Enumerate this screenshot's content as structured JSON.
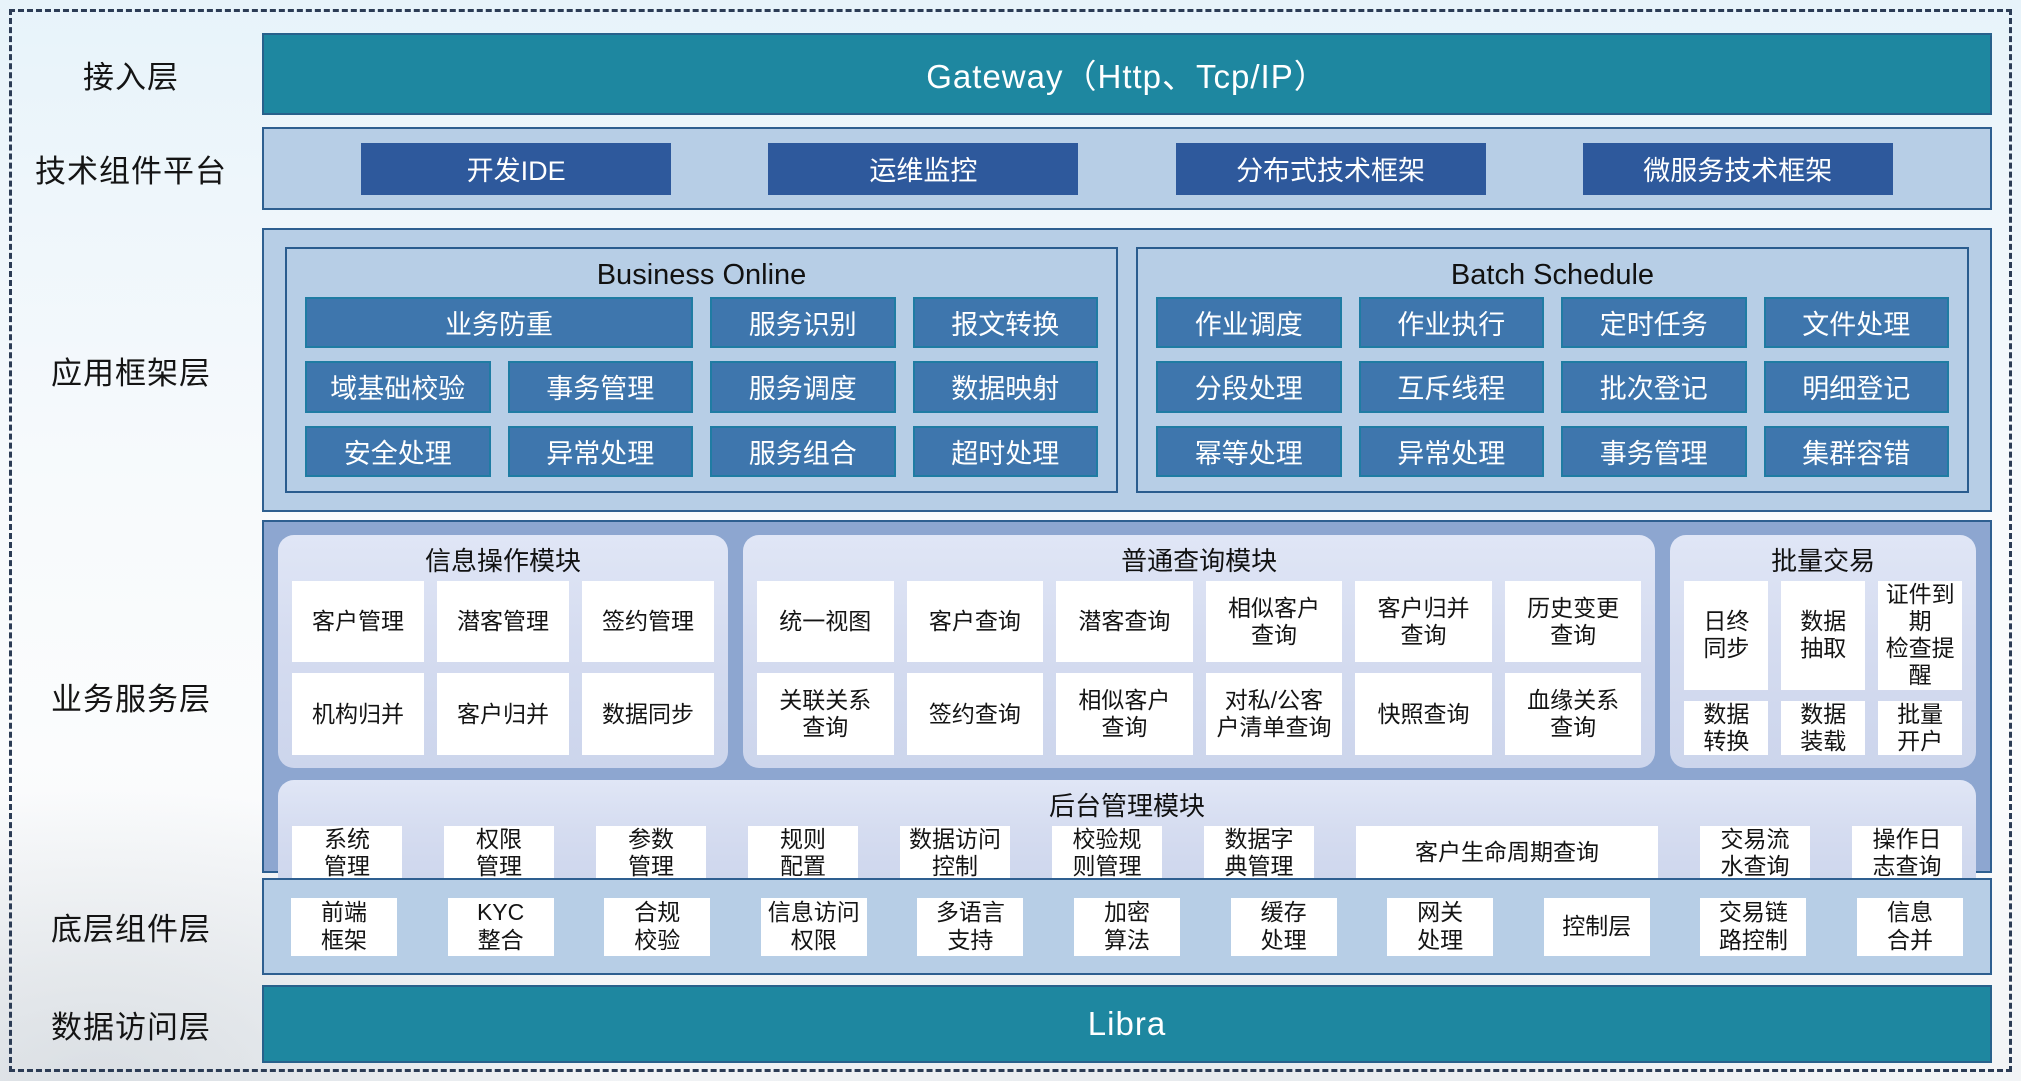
{
  "colors": {
    "teal_bar": "#1e87a0",
    "dark_blue_button": "#2e599c",
    "mid_blue_button": "#3e76ad",
    "light_blue_container": "#b7cee6",
    "service_container": "#8da6d0",
    "module_panel": "#d5dcf0",
    "container_border": "#2e5f90",
    "button_border": "#1f7ca3"
  },
  "access_layer": {
    "label": "接入层",
    "gateway": "Gateway（Http、Tcp/IP）"
  },
  "tech_platform": {
    "label": "技术组件平台",
    "items": [
      "开发IDE",
      "运维监控",
      "分布式技术框架",
      "微服务技术框架"
    ]
  },
  "app_framework": {
    "label": "应用框架层",
    "business_online": {
      "title": "Business Online",
      "items": [
        {
          "text": "业务防重",
          "span": 2
        },
        "服务识别",
        "报文转换",
        "域基础校验",
        "事务管理",
        "服务调度",
        "数据映射",
        "安全处理",
        "异常处理",
        "服务组合",
        "超时处理"
      ]
    },
    "batch_schedule": {
      "title": "Batch Schedule",
      "items": [
        "作业调度",
        "作业执行",
        "定时任务",
        "文件处理",
        "分段处理",
        "互斥线程",
        "批次登记",
        "明细登记",
        "幂等处理",
        "异常处理",
        "事务管理",
        "集群容错"
      ]
    }
  },
  "business_service": {
    "label": "业务服务层",
    "info_module": {
      "title": "信息操作模块",
      "items": [
        "客户管理",
        "潜客管理",
        "签约管理",
        "机构归并",
        "客户归并",
        "数据同步"
      ]
    },
    "query_module": {
      "title": "普通查询模块",
      "items": [
        "统一视图",
        "客户查询",
        "潜客查询",
        "相似客户\n查询",
        "客户归并\n查询",
        "历史变更\n查询",
        "关联关系\n查询",
        "签约查询",
        "相似客户\n查询",
        "对私/公客\n户清单查询",
        "快照查询",
        "血缘关系\n查询"
      ]
    },
    "batch_module": {
      "title": "批量交易",
      "items": [
        "日终\n同步",
        "数据\n抽取",
        "证件到期\n检查提醒",
        "数据\n转换",
        "数据\n装载",
        "批量\n开户"
      ]
    },
    "admin_module": {
      "title": "后台管理模块",
      "items": [
        "系统\n管理",
        "权限\n管理",
        "参数\n管理",
        "规则\n配置",
        "数据访问\n控制",
        "校验规\n则管理",
        "数据字\n典管理",
        {
          "text": "客户生命周期查询",
          "wide": true
        },
        "交易流\n水查询",
        "操作日\n志查询"
      ]
    }
  },
  "base_components": {
    "label": "底层组件层",
    "items": [
      "前端\n框架",
      "KYC\n整合",
      "合规\n校验",
      "信息访问\n权限",
      "多语言\n支持",
      "加密\n算法",
      "缓存\n处理",
      "网关\n处理",
      "控制层",
      "交易链\n路控制",
      "信息\n合并"
    ]
  },
  "data_access": {
    "label": "数据访问层",
    "bar": "Libra"
  }
}
